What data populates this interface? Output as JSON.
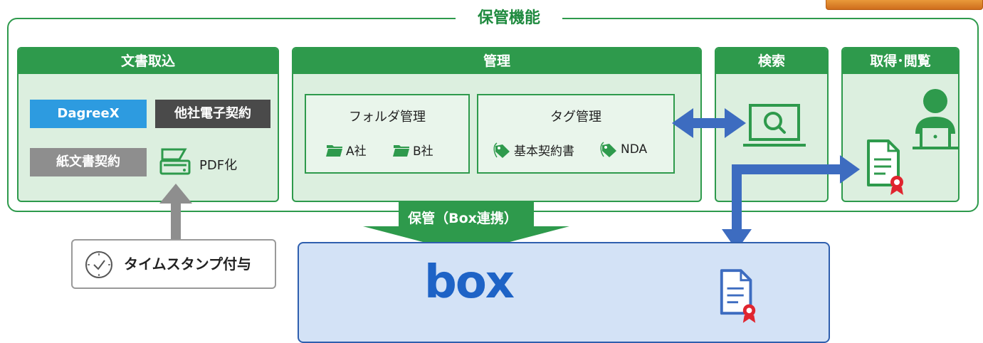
{
  "section_title": "保管機能",
  "panels": {
    "import": {
      "title": "文書取込",
      "dagreex": "DagreeX",
      "other_contract": "他社電子契約",
      "paper_contract": "紙文書契約",
      "pdf": "PDF化"
    },
    "manage": {
      "title": "管理",
      "folder_title": "フォルダ管理",
      "folder_a": "A社",
      "folder_b": "B社",
      "tag_title": "タグ管理",
      "tag_basic": "基本契約書",
      "tag_nda": "NDA"
    },
    "search": {
      "title": "検索"
    },
    "view": {
      "title": "取得･閲覧"
    }
  },
  "storage_banner": "保管（Box連携）",
  "box_logo": "box",
  "timestamp_label": "タイムスタンプ付与",
  "colors": {
    "green": "#2e9a4c",
    "light_green": "#dcefdf",
    "blue": "#3d6cc0",
    "dagreex_blue": "#2d9be0",
    "dark_gray": "#4a4a4a",
    "gray": "#8e8e8e"
  },
  "icons": [
    "folder-icon",
    "tag-icon",
    "scanner-icon",
    "clock-icon",
    "laptop-search-icon",
    "user-computer-icon",
    "certificate-icon"
  ]
}
